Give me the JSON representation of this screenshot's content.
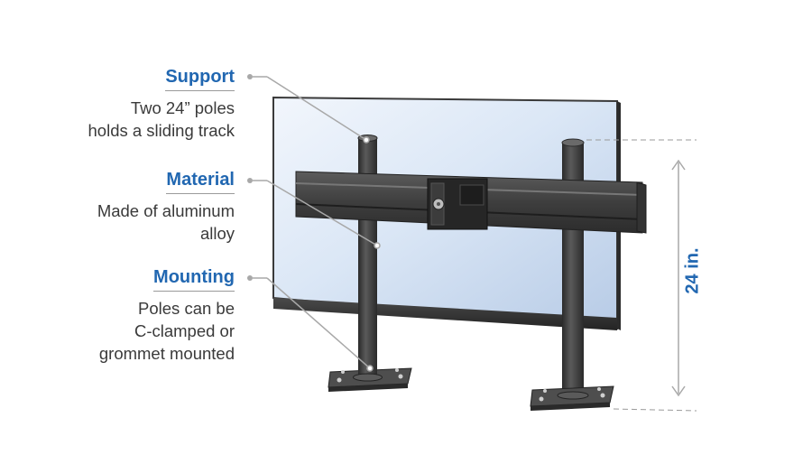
{
  "features": {
    "support": {
      "title": "Support",
      "lines": [
        "Two 24” poles",
        "holds a sliding track"
      ]
    },
    "material": {
      "title": "Material",
      "lines": [
        "Made of aluminum",
        "alloy"
      ]
    },
    "mounting": {
      "title": "Mounting",
      "lines": [
        "Poles can be",
        "C-clamped or",
        "grommet mounted"
      ]
    }
  },
  "dimension": {
    "label": "24 in."
  },
  "colors": {
    "accent": "#2167b1",
    "body_text": "#3a3a3a",
    "pole": "#3b3b3b",
    "screen": "#d6e4f5"
  }
}
